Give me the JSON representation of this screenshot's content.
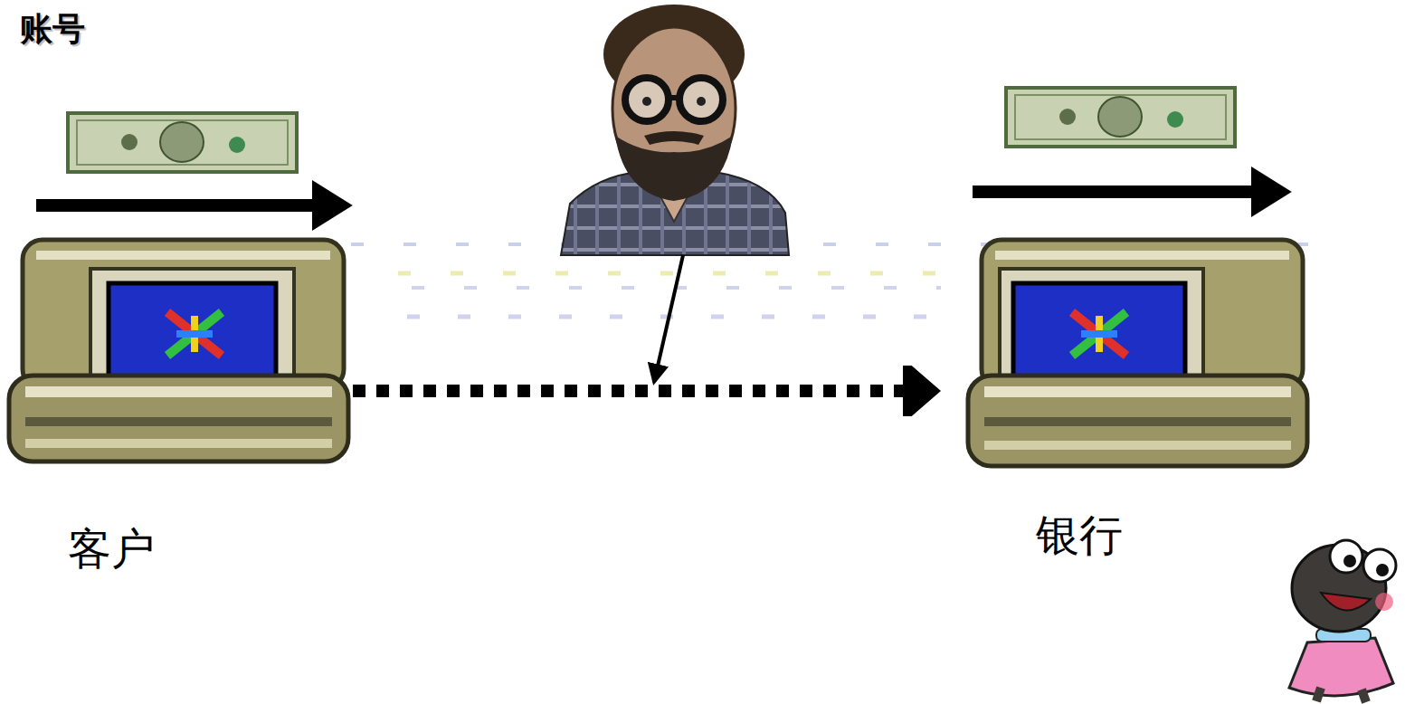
{
  "diagram": {
    "title": "账号",
    "nodes": [
      {
        "text": [
          "客户"
        ]
      },
      {
        "text": [
          "银行"
        ]
      }
    ],
    "edges": [
      {
        "from": 0,
        "to": 1,
        "arrow": "to"
      }
    ]
  }
}
